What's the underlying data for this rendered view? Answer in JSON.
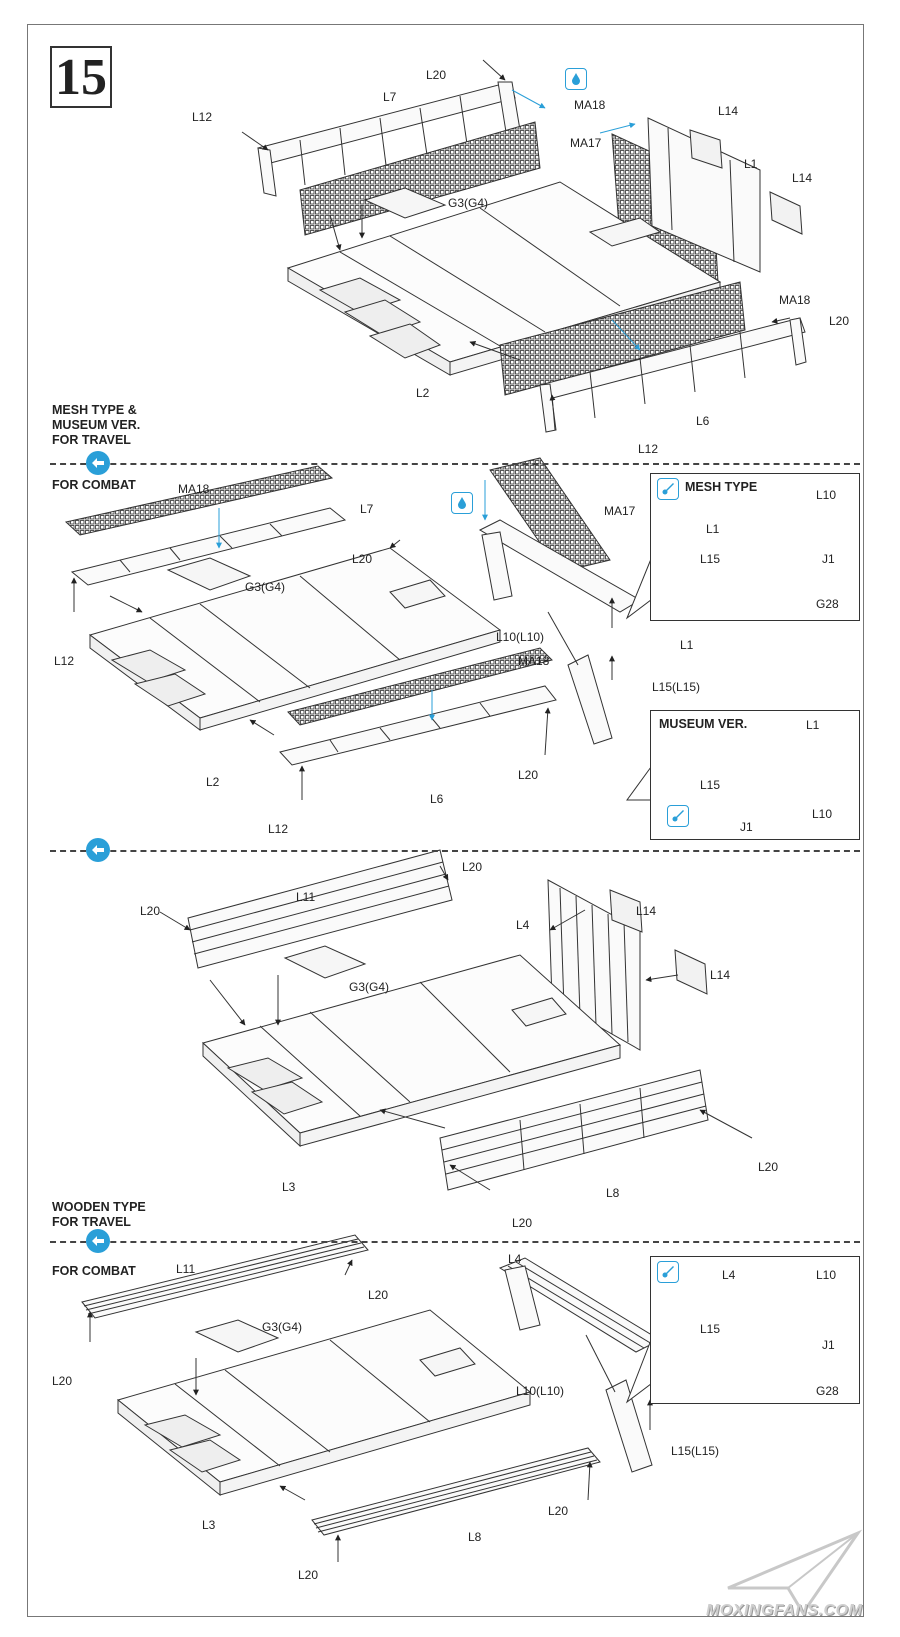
{
  "step_number": "15",
  "sections": {
    "mesh_travel": "MESH TYPE &\nMUSEUM VER.\nFOR TRAVEL",
    "mesh_combat": "FOR COMBAT",
    "wooden_travel": "WOODEN TYPE\nFOR TRAVEL",
    "wooden_combat": "FOR COMBAT"
  },
  "insets": {
    "mesh_type": "MESH TYPE",
    "museum_ver": "MUSEUM VER.",
    "wooden_combat": ""
  },
  "labels": {
    "s1": [
      "L20",
      "L7",
      "MA18",
      "L12",
      "MA17",
      "L14",
      "L1",
      "L14",
      "G3(G4)",
      "MA18",
      "L20",
      "L2",
      "L6",
      "L12"
    ],
    "s2": [
      "MA18",
      "L7",
      "L20",
      "G3(G4)",
      "MA17",
      "L12",
      "L1",
      "L10(L10)",
      "MA18",
      "L15(L15)",
      "L2",
      "L20",
      "L6",
      "L12"
    ],
    "s2_mesh_inset": [
      "L10",
      "L1",
      "L15",
      "J1",
      "G28"
    ],
    "s2_museum_inset": [
      "L1",
      "L15",
      "L10",
      "J1"
    ],
    "s3": [
      "L20",
      "L20",
      "L11",
      "L4",
      "L14",
      "G3(G4)",
      "L14",
      "L20",
      "L3",
      "L8",
      "L20"
    ],
    "s4": [
      "L11",
      "L20",
      "L4",
      "G3(G4)",
      "L20",
      "L10(L10)",
      "L15(L15)",
      "L3",
      "L20",
      "L8",
      "L20"
    ],
    "s4_inset": [
      "L4",
      "L10",
      "L15",
      "J1",
      "G28"
    ]
  },
  "watermark": "MOXINGFANS.COM",
  "colors": {
    "accent": "#2a9fd8",
    "line": "#333333",
    "mesh": "#555555"
  }
}
